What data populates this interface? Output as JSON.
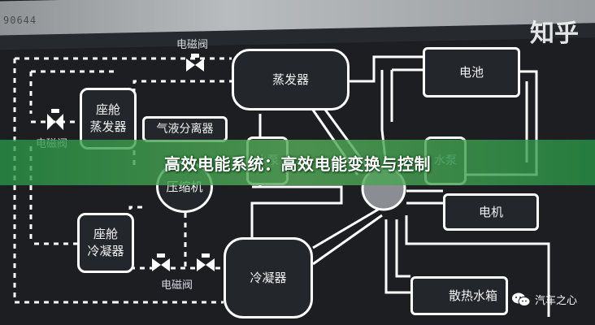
{
  "top_strip": {
    "partial_text": "90644"
  },
  "watermark_top": "知乎",
  "components": {
    "evaporator": "蒸发器",
    "battery": "电池",
    "cabin_evaporator": "座舱\n蒸发器",
    "gas_liquid_separator": "气液分离器",
    "water_pump_left": "水泵",
    "water_pump_right": "水泵",
    "compressor": "压缩机",
    "motor": "电机",
    "cabin_condenser": "座舱\n冷凝器",
    "condenser": "冷凝器",
    "radiator": "散热水箱"
  },
  "valve_labels": {
    "top": "电磁阀",
    "left": "电磁阀",
    "bottom": "电磁阀"
  },
  "banner": {
    "title": "高效电能系统：高效电能变换与控制"
  },
  "footer_watermark": {
    "text": "汽车之心",
    "icon": "wechat-icon"
  },
  "colors": {
    "background": "#1c1e22",
    "line": "#ffffff",
    "banner": "#4aa55a"
  }
}
